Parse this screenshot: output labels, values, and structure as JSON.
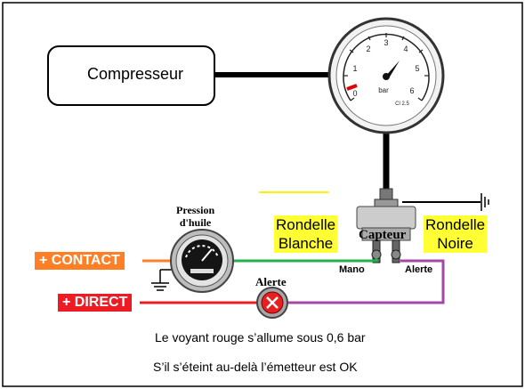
{
  "compressor": {
    "label": "Compresseur"
  },
  "gauge": {
    "unit": "bar",
    "class": "Cl 2.5",
    "scale": [
      "0",
      "1",
      "2",
      "3",
      "4",
      "5",
      "6"
    ]
  },
  "sensor": {
    "title": "Capteur",
    "left_terminal": "Mano",
    "right_terminal": "Alerte"
  },
  "washers": {
    "white": [
      "Rondelle",
      "Blanche"
    ],
    "black": [
      "Rondelle",
      "Noire"
    ]
  },
  "oil_gauge": {
    "title_line1": "Pression",
    "title_line2": "d'huile"
  },
  "alert_lamp": {
    "label": "Alerte"
  },
  "supplies": {
    "contact": "+ CONTACT",
    "direct": "+ DIRECT"
  },
  "notes": [
    "Le voyant rouge s’allume sous 0,6 bar",
    "S’il s’éteint au-delà l’émetteur est OK"
  ],
  "colors": {
    "contact": "#ff7f27",
    "direct": "#ed1c24",
    "green_wire": "#22b14c",
    "purple_wire": "#a349a4",
    "highlight": "#ffff33"
  }
}
